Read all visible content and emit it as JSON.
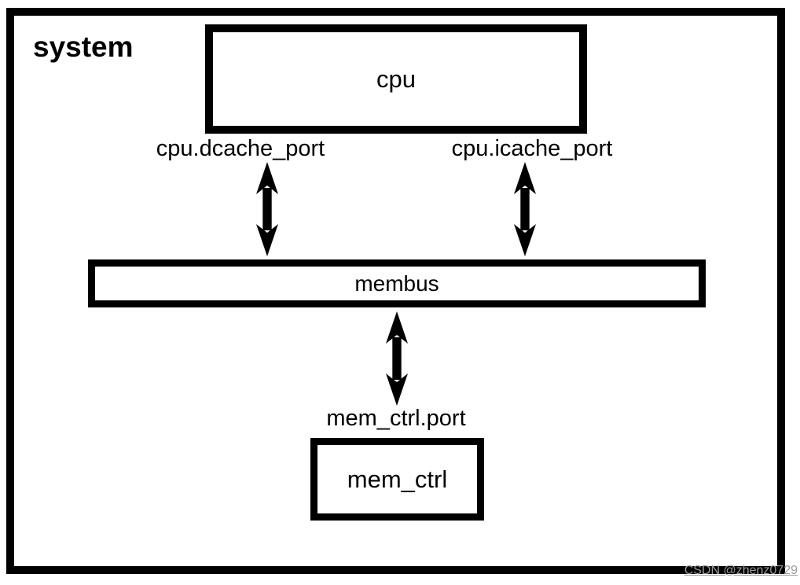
{
  "diagram": {
    "title": "system",
    "nodes": [
      {
        "id": "cpu",
        "label": "cpu"
      },
      {
        "id": "membus",
        "label": "membus"
      },
      {
        "id": "mem_ctrl",
        "label": "mem_ctrl"
      }
    ],
    "ports": [
      {
        "id": "cpu_dcache_port",
        "label": "cpu.dcache_port"
      },
      {
        "id": "cpu_icache_port",
        "label": "cpu.icache_port"
      },
      {
        "id": "mem_ctrl_port",
        "label": "mem_ctrl.port"
      }
    ],
    "edges": [
      {
        "from": "cpu.dcache_port",
        "to": "membus",
        "bidirectional": true
      },
      {
        "from": "cpu.icache_port",
        "to": "membus",
        "bidirectional": true
      },
      {
        "from": "membus",
        "to": "mem_ctrl.port",
        "bidirectional": true
      }
    ],
    "colors": {
      "line": "#000000",
      "background": "#ffffff",
      "watermark": "#9a9a9a"
    }
  },
  "watermark": {
    "text": "CSDN @zhenz0729"
  }
}
